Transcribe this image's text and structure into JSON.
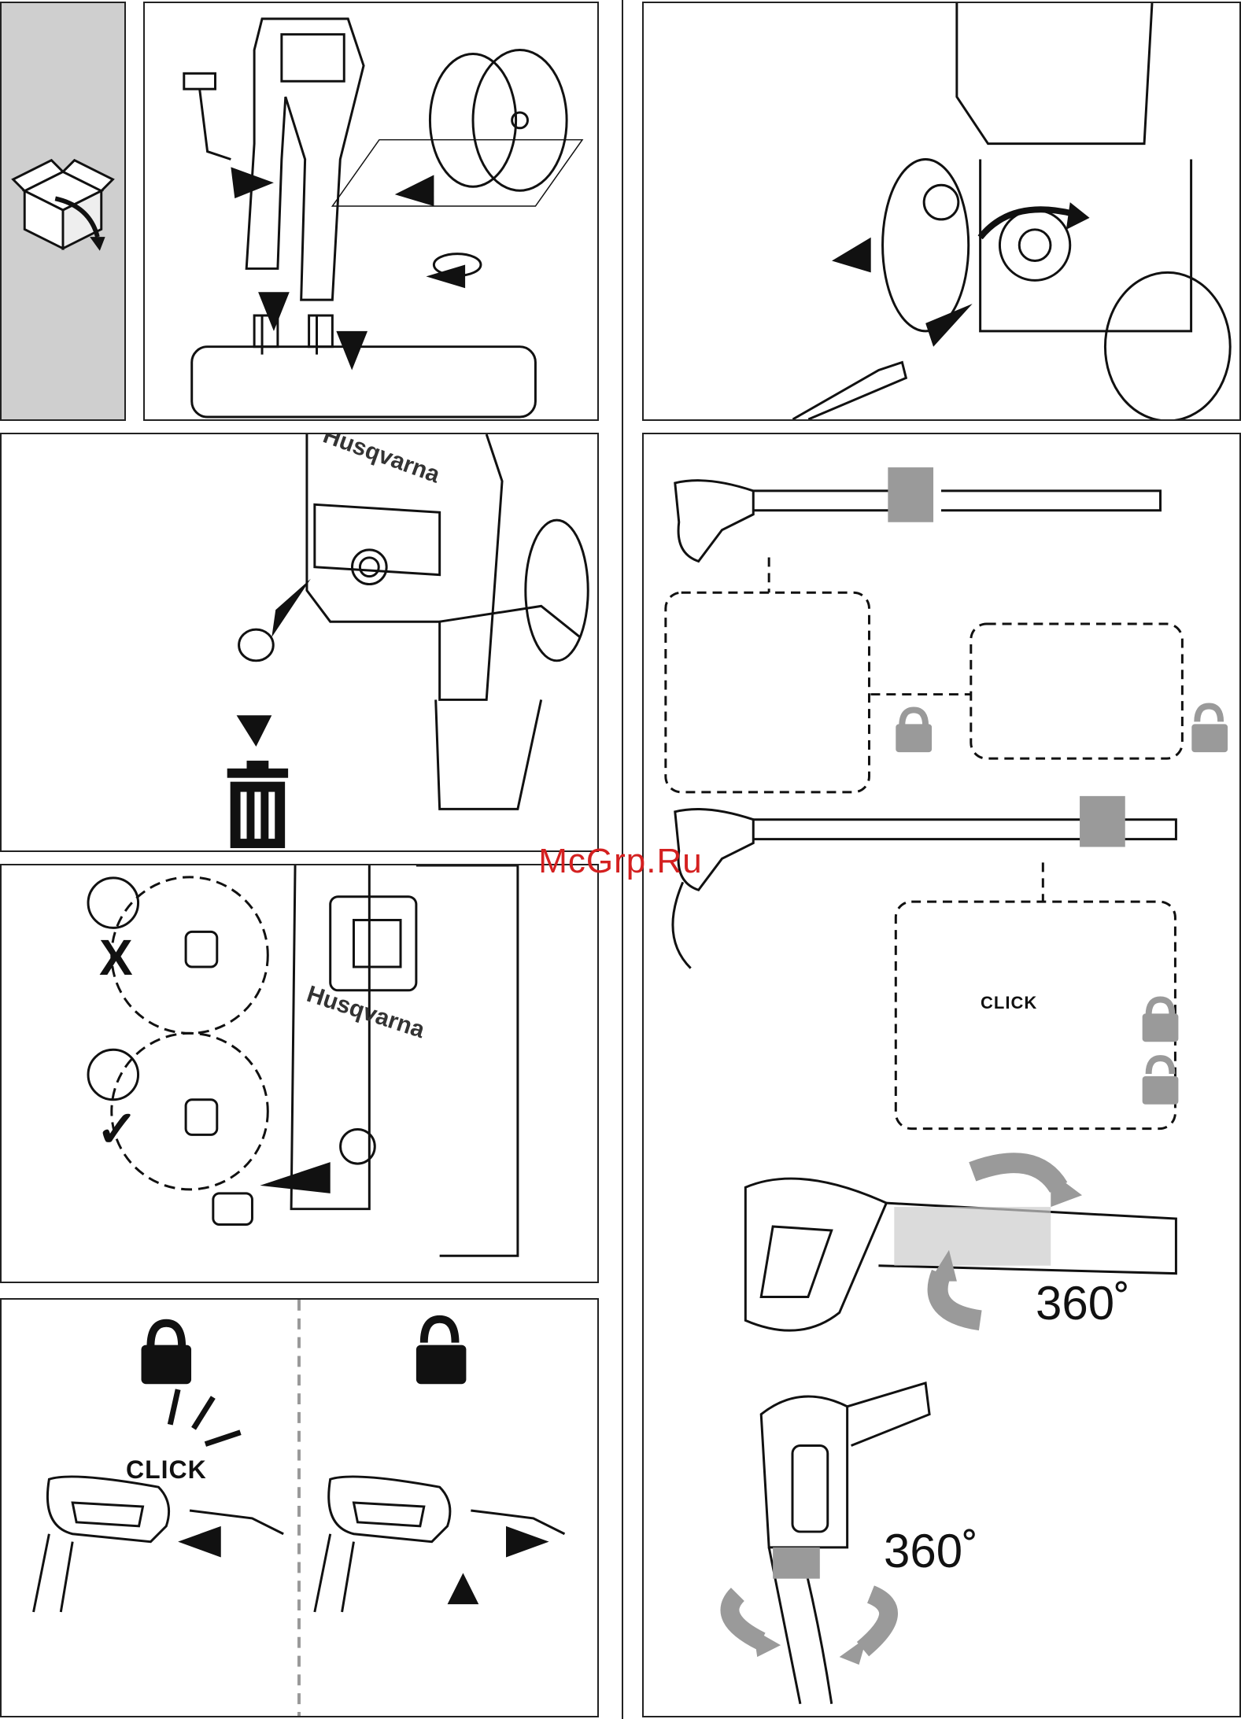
{
  "watermark": "McGrp.Ru",
  "brand_text": "Husqvarna",
  "labels": {
    "click_nozzle": "CLICK",
    "click_hose": "CLICK",
    "rotation_lance": "360˚",
    "rotation_hose": "360˚"
  },
  "marks": {
    "wrong": "X",
    "right": "✓"
  },
  "colors": {
    "line": "#111111",
    "gray_fill": "#cccccc",
    "highlight": "#9a9a9a",
    "watermark": "#d42020"
  },
  "icons": [
    "unbox-icon",
    "trash-icon",
    "lock-closed-icon",
    "lock-open-icon",
    "rotate-icon",
    "arrow-icon"
  ]
}
